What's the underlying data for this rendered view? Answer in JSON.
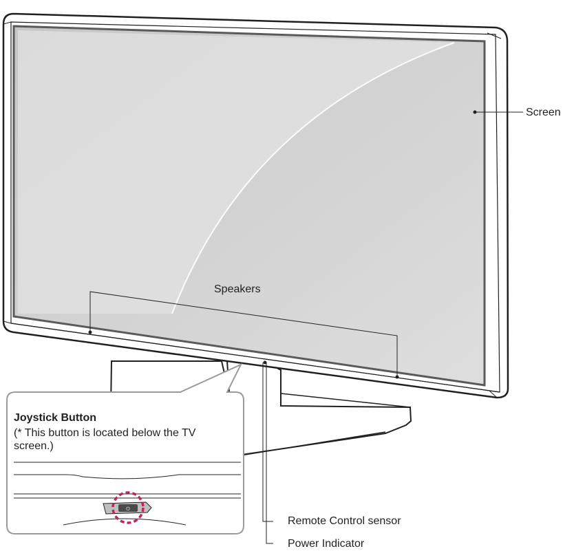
{
  "labels": {
    "screen": "Screen",
    "speakers": "Speakers",
    "remote_sensor": "Remote Control sensor",
    "power_indicator": "Power Indicator"
  },
  "callout": {
    "title": "Joystick Button",
    "note": "(* This button is located below the TV screen.)"
  },
  "colors": {
    "outline": "#231f20",
    "screen_fill": "#d4d4d4",
    "callout_border": "#9a9a9a",
    "highlight_ring": "#c0245c"
  }
}
